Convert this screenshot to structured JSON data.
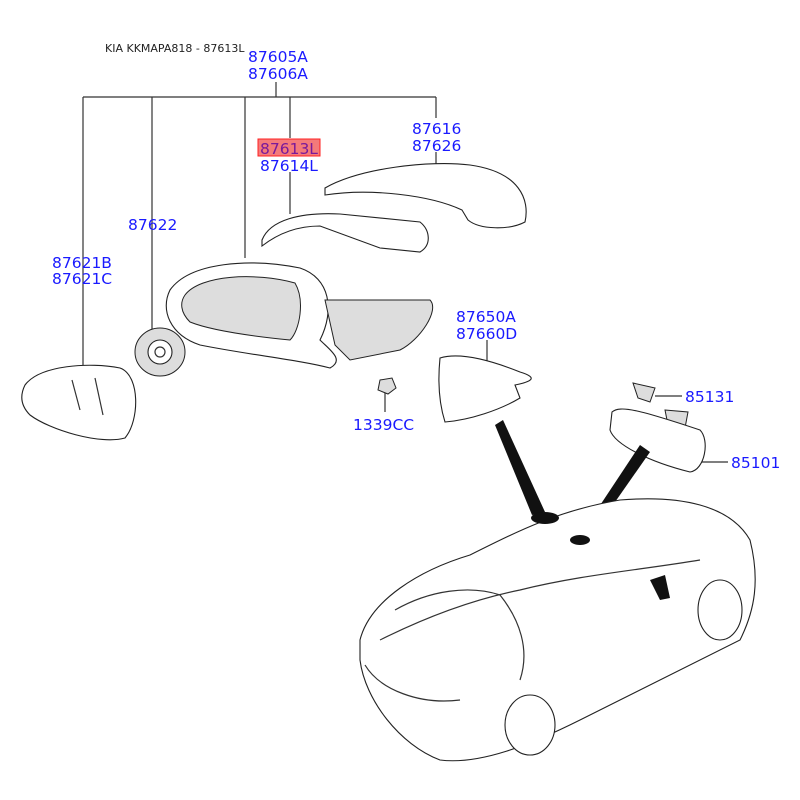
{
  "header": "KIA KKMAPA818 - 87613L",
  "labels": {
    "assy_a": "87605A",
    "assy_b": "87606A",
    "cover_a": "87616",
    "cover_b": "87626",
    "lamp_selected": "87613L",
    "lamp_b": "87614L",
    "actuator": "87622",
    "glass_a": "87621B",
    "glass_b": "87621C",
    "cap_a": "87650A",
    "cap_b": "87660D",
    "nut": "1339CC",
    "cover_inner": "85131",
    "inside_mirror": "85101"
  },
  "colors": {
    "label": "#1a1aff",
    "highlight_fill": "#f47a7a",
    "highlight_border": "#ff2020"
  }
}
